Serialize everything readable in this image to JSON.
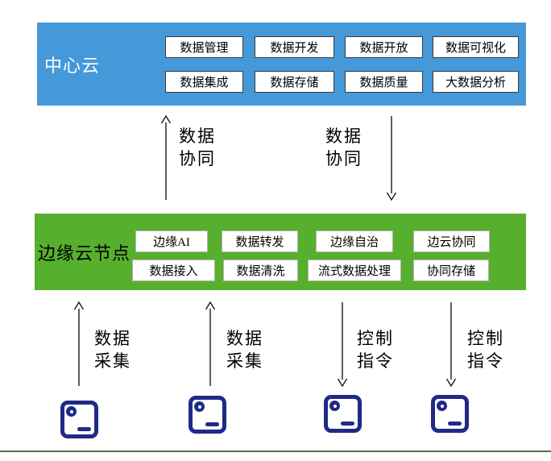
{
  "central": {
    "label": "中心云",
    "bg_color": "#4599d9",
    "row1": [
      "数据管理",
      "数据开发",
      "数据开放",
      "数据可视化"
    ],
    "row2": [
      "数据集成",
      "数据存储",
      "数据质量",
      "大数据分析"
    ]
  },
  "edge": {
    "label": "边缘云节点",
    "bg_color": "#57b02d",
    "row1": [
      "边缘AI",
      "数据转发",
      "边缘自治",
      "边云协同"
    ],
    "row2": [
      "数据接入",
      "数据清洗",
      "流式数据处理",
      "协同存储"
    ]
  },
  "flows": {
    "data_collab": {
      "line1": "数据",
      "line2": "协同"
    },
    "data_collect": {
      "line1": "数据",
      "line2": "采集"
    },
    "control_cmd": {
      "line1": "控制",
      "line2": "指令"
    }
  },
  "devices": {
    "count": 4,
    "icon": "camera-device-icon",
    "icon_color": "#1f2a87"
  },
  "footer_rule_color": "#546f4d"
}
